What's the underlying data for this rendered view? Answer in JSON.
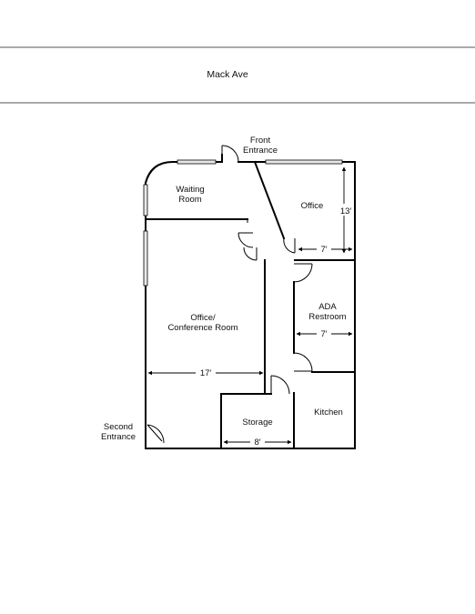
{
  "street": "Mack Ave",
  "rooms": {
    "front_entrance": [
      "Front",
      "Entrance"
    ],
    "waiting_room": [
      "Waiting",
      "Room"
    ],
    "office": "Office",
    "office_conference": [
      "Office/",
      "Conference Room"
    ],
    "ada_restroom": [
      "ADA",
      "Restroom"
    ],
    "storage": "Storage",
    "kitchen": "Kitchen",
    "second_entrance": [
      "Second",
      "Entrance"
    ]
  },
  "dimensions": {
    "office_height": "13′",
    "office_width": "7′",
    "restroom_width": "7′",
    "conference_width": "17′",
    "storage_width": "8′"
  }
}
